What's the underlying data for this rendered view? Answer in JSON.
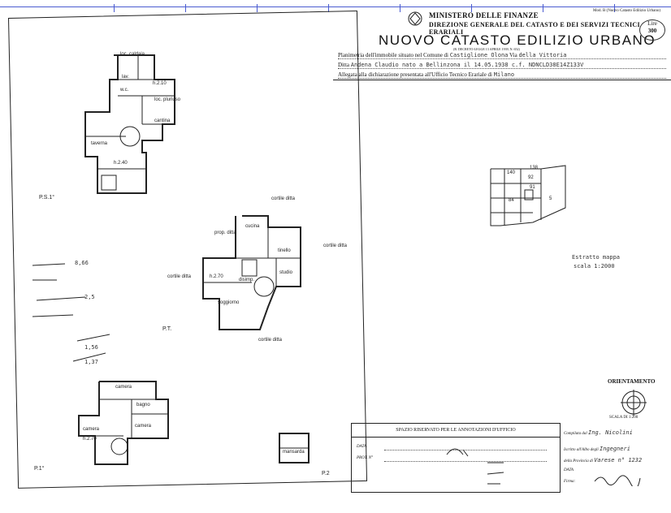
{
  "top_right_note": "Mod. B (Nuovo Catasto Edilizio Urbano)",
  "ministry": {
    "line1": "MINISTERO DELLE FINANZE",
    "line2": "DIREZIONE GENERALE DEL CATASTO E DEI SERVIZI TECNICI ERARIALI",
    "title": "NUOVO CATASTO EDILIZIO URBANO",
    "decree": "(R. DECRETO-LEGGE 13 APRILE 1939, N. 652)"
  },
  "stamp": {
    "label": "Lire",
    "value": "300"
  },
  "form": {
    "line1_prefix": "Planimetria dell'immobile situato nel Comune di",
    "comune": "Castiglione Olona",
    "via_prefix": "Via",
    "via": "della Vittoria",
    "line2_prefix": "Ditta",
    "ditta": "Andena Claudio nato a Bellinzona il 14.05.1938 c.f. NDNCLD38E14Z133V",
    "line3_prefix": "Allegata alla dichiarazione presentata all'Ufficio Tecnico Erariale di",
    "ufficio": "Milano"
  },
  "floor_labels": {
    "psi": "P.S.1°",
    "pt": "P.T.",
    "p1": "P.1°",
    "p2": "P.2"
  },
  "rooms_psi": [
    "loc. caldaia",
    "lav.",
    "w.c.",
    "h.2.10",
    "loc. pluriuso",
    "cantina",
    "taverna",
    "h.2.40"
  ],
  "rooms_pt": [
    "cucina",
    "tinello",
    "soggiorno",
    "studio",
    "h.2.70",
    "disimp."
  ],
  "rooms_p1": [
    "camera",
    "bagno",
    "camera",
    "camera",
    "h.2.70"
  ],
  "rooms_p2": [
    "mansarda"
  ],
  "courtyard_labels": [
    "cortile ditta",
    "cortile ditta",
    "prop. ditta",
    "cortile ditta",
    "cortile ditta"
  ],
  "map_excerpt": {
    "title": "Estratto mappa",
    "scale": "scala 1:2000",
    "parcels": [
      "140",
      "138",
      "92",
      "91",
      "84",
      "5"
    ]
  },
  "handwritten_calcs": [
    "8,66",
    "2,5",
    "1,56",
    "1,37"
  ],
  "orientation": {
    "label": "ORIENTAMENTO",
    "scale": "SCALA DI 1:200"
  },
  "office_box": {
    "title": "SPAZIO RISERVATO PER LE ANNOTAZIONI D'UFFICIO",
    "data_label": "DATA",
    "prot_label": "PROT. N°"
  },
  "compiled": {
    "compilata_label": "Compilata dal",
    "compilata_value": "Ing. Nicolini",
    "iscritto_label": "Iscritto all'Albo degli",
    "iscritto_value": "Ingegneri",
    "provincia_label": "della Provincia di",
    "provincia_value": "Varese n° 1232",
    "data_label": "DATA",
    "firma_label": "Firma:"
  }
}
